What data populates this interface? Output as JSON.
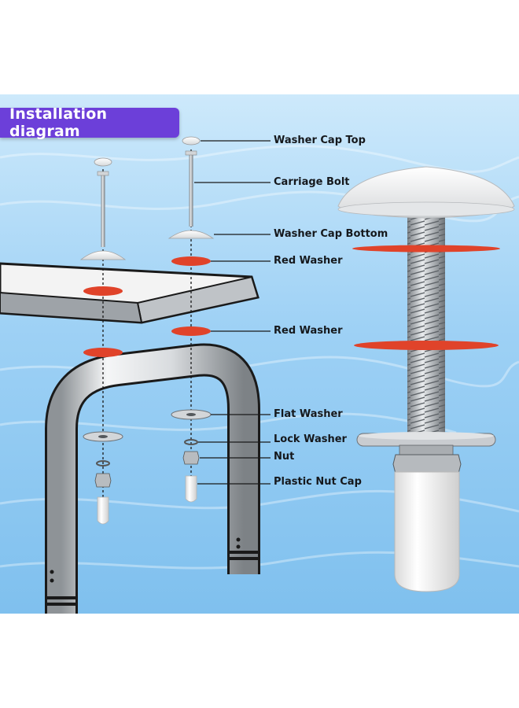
{
  "title": "Installation diagram",
  "colors": {
    "badge": "#6c3fd9",
    "water_light": "#bfe3fb",
    "water_dark": "#6fb4ea",
    "red_washer": "#e0432a",
    "metal": "#c9ccd0",
    "white_part": "#f4f4f4"
  },
  "labels": {
    "washer_cap_top": "Washer Cap Top",
    "carriage_bolt": "Carriage Bolt",
    "washer_cap_bottom": "Washer Cap Bottom",
    "red_washer_1": "Red Washer",
    "red_washer_2": "Red Washer",
    "flat_washer": "Flat Washer",
    "lock_washer": "Lock Washer",
    "nut": "Nut",
    "plastic_nut_cap": "Plastic Nut Cap"
  }
}
